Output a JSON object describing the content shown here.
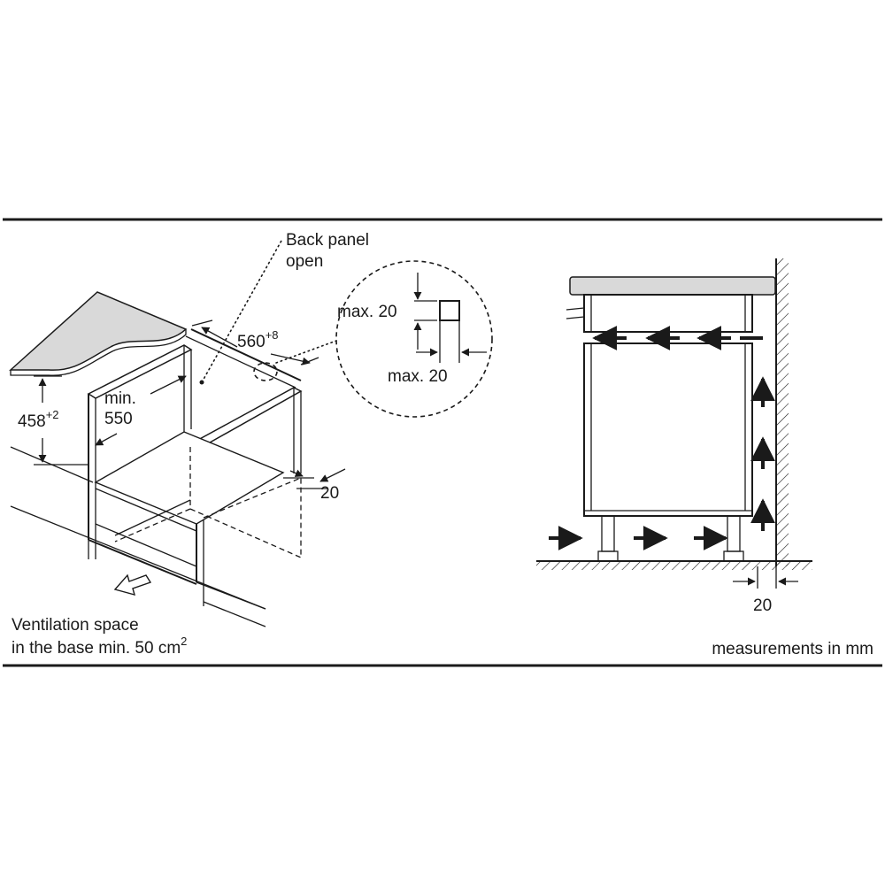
{
  "labels": {
    "back_panel_line1": "Back panel",
    "back_panel_line2": "open",
    "width_value": "560",
    "width_tolerance": "+8",
    "height_value": "458",
    "height_tolerance": "+2",
    "depth_line1": "min.",
    "depth_line2": "550",
    "side_gap": "20",
    "detail_max_vertical": "max. 20",
    "detail_max_horizontal": "max. 20",
    "ventilation_line1": "Ventilation space",
    "ventilation_line2": "in the base min. 50 cm",
    "ventilation_unit_exp": "2",
    "wall_gap": "20",
    "units_note": "measurements in mm"
  },
  "colors": {
    "line": "#1a1a1a",
    "worktop_fill": "#d9d9d9",
    "background": "#ffffff"
  }
}
